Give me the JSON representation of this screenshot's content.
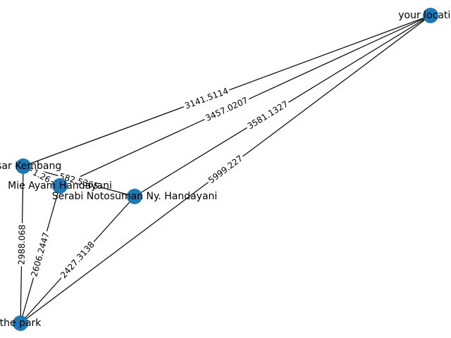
{
  "graph": {
    "node_color": "#1f77b4",
    "edge_color": "#000000",
    "nodes": [
      {
        "id": "loc",
        "label": "your location"
      },
      {
        "id": "pasar",
        "label": "Pasar Kembang"
      },
      {
        "id": "mie",
        "label": "Mie Ayam Handayani"
      },
      {
        "id": "serabi",
        "label": "Serabi Notosuman Ny. Handayani"
      },
      {
        "id": "park",
        "label": "the park"
      }
    ],
    "edges": [
      {
        "source": "loc",
        "target": "pasar",
        "label": "3141.5114"
      },
      {
        "source": "loc",
        "target": "mie",
        "label": "3457.0207"
      },
      {
        "source": "loc",
        "target": "serabi",
        "label": "3581.1327"
      },
      {
        "source": "loc",
        "target": "park",
        "label": "5999.227"
      },
      {
        "source": "pasar",
        "target": "mie",
        "label": "1.26"
      },
      {
        "source": "pasar",
        "target": "serabi",
        "label": "582.5365"
      },
      {
        "source": "pasar",
        "target": "park",
        "label": "2988.068"
      },
      {
        "source": "mie",
        "target": "park",
        "label": "2606.2447"
      },
      {
        "source": "serabi",
        "target": "park",
        "label": "2427.3138"
      }
    ]
  }
}
